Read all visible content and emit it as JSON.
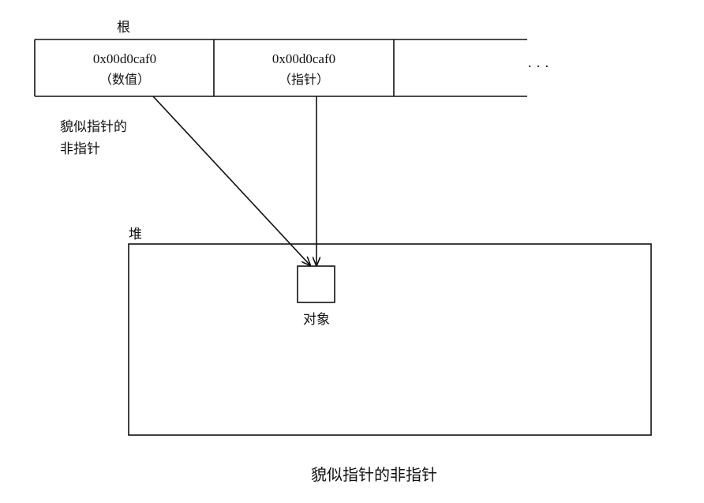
{
  "root": {
    "label": "根",
    "cells": [
      {
        "value": "0x00d0caf0",
        "note": "（数值）"
      },
      {
        "value": "0x00d0caf0",
        "note": "（指针）"
      }
    ],
    "ellipsis": "· · ·"
  },
  "annotation": {
    "line1": "貌似指针的",
    "line2": "非指针"
  },
  "heap": {
    "label": "堆",
    "object_label": "对象"
  },
  "caption": "貌似指针的非指针"
}
